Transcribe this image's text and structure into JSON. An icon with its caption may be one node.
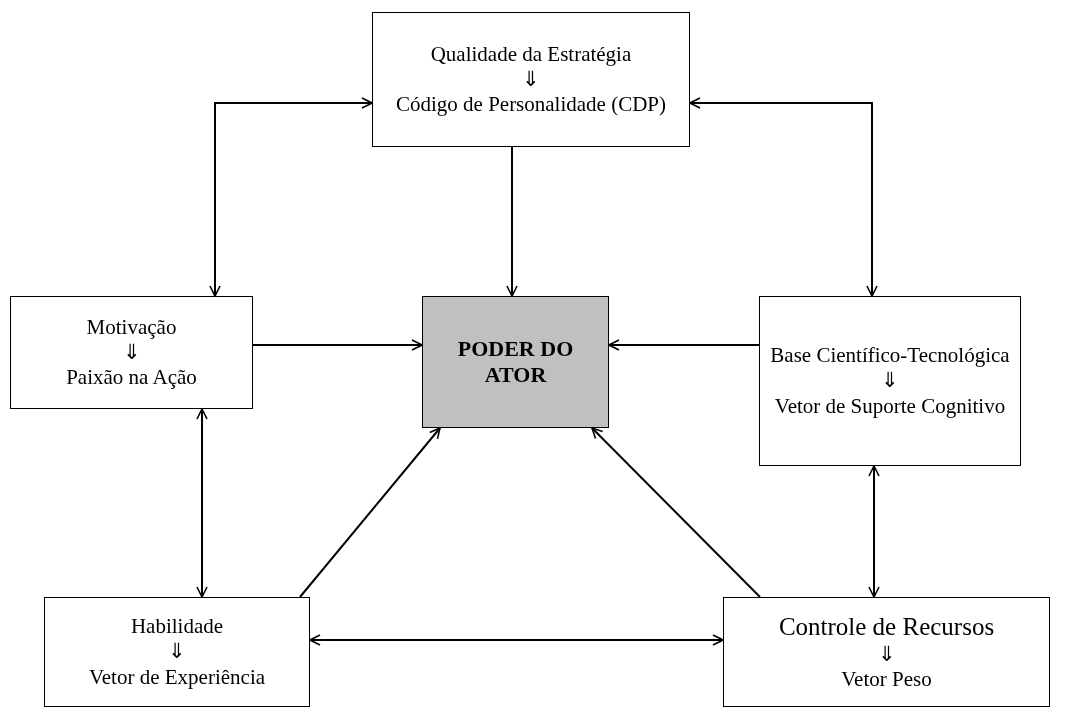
{
  "diagram": {
    "nodes": [
      {
        "text": [
          "Qualidade da Estratégia",
          "⇓",
          "Código de Personalidade (CDP)"
        ]
      },
      {
        "text": [
          "Motivação",
          "⇓",
          "Paixão na Ação"
        ]
      },
      {
        "text": [
          "PODER DO ATOR"
        ]
      },
      {
        "text": [
          "Base Científico-Tecnológica",
          "⇓",
          "Vetor de Suporte Cognitivo"
        ]
      },
      {
        "text": [
          "Habilidade",
          "⇓",
          "Vetor de Experiência"
        ]
      },
      {
        "text": [
          "Controle de Recursos",
          "⇓",
          "Vetor Peso"
        ]
      }
    ],
    "edges": [
      {
        "from": 1,
        "to": 0,
        "arrow": "both"
      },
      {
        "from": 3,
        "to": 0,
        "arrow": "both"
      },
      {
        "from": 0,
        "to": 2,
        "arrow": "to"
      },
      {
        "from": 1,
        "to": 2,
        "arrow": "to"
      },
      {
        "from": 3,
        "to": 2,
        "arrow": "to"
      },
      {
        "from": 1,
        "to": 4,
        "arrow": "both"
      },
      {
        "from": 4,
        "to": 2,
        "arrow": "to"
      },
      {
        "from": 5,
        "to": 2,
        "arrow": "to"
      },
      {
        "from": 3,
        "to": 5,
        "arrow": "both"
      },
      {
        "from": 4,
        "to": 5,
        "arrow": "both"
      }
    ]
  }
}
